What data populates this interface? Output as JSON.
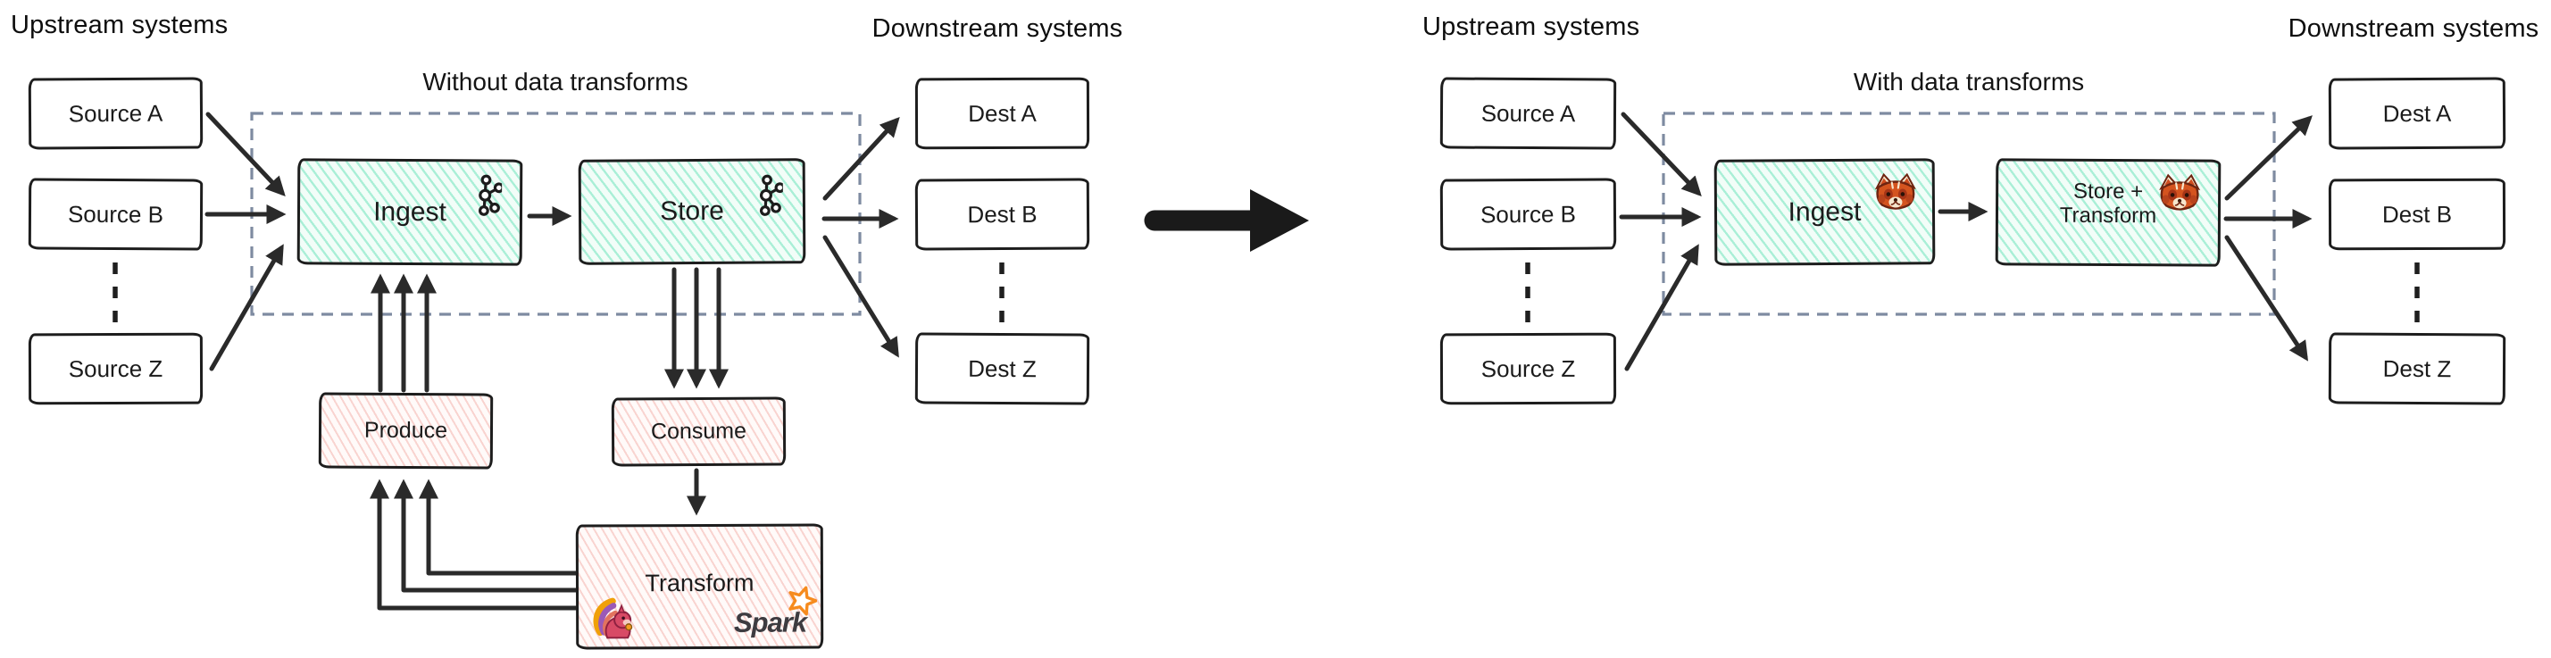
{
  "colors": {
    "teal_fill": "#f2fdf8",
    "teal_hatch": "#7ee4c3",
    "pink_fill": "#fffaf9",
    "pink_hatch": "#f2aaa4",
    "box_border": "#1d1d1d",
    "region_dash": "#7e8ba1",
    "arrow": "#2a2a2a",
    "spark_orange": "#f68b1e",
    "spark_text": "#3d3b40"
  },
  "left_diagram": {
    "upstream_label": "Upstream systems",
    "title": "Without data transforms",
    "downstream_label": "Downstream systems",
    "sources": [
      {
        "label": "Source A"
      },
      {
        "label": "Source B"
      },
      {
        "label": "Source Z"
      }
    ],
    "dests": [
      {
        "label": "Dest A"
      },
      {
        "label": "Dest B"
      },
      {
        "label": "Dest Z"
      }
    ],
    "ingest_label": "Ingest",
    "store_label": "Store",
    "ingest_icon": "kafka-logo",
    "store_icon": "kafka-logo",
    "produce_label": "Produce",
    "consume_label": "Consume",
    "transform_label": "Transform",
    "transform_icons": [
      "apache-flink-squirrel-logo",
      "apache-spark-logo"
    ],
    "spark_wordmark": "Spark"
  },
  "right_diagram": {
    "upstream_label": "Upstream systems",
    "title": "With data transforms",
    "downstream_label": "Downstream systems",
    "sources": [
      {
        "label": "Source A"
      },
      {
        "label": "Source B"
      },
      {
        "label": "Source Z"
      }
    ],
    "dests": [
      {
        "label": "Dest A"
      },
      {
        "label": "Dest B"
      },
      {
        "label": "Dest Z"
      }
    ],
    "ingest_label": "Ingest",
    "store_transform_line1": "Store +",
    "store_transform_line2": "Transform",
    "ingest_icon": "redpanda-logo",
    "store_icon": "redpanda-logo"
  }
}
